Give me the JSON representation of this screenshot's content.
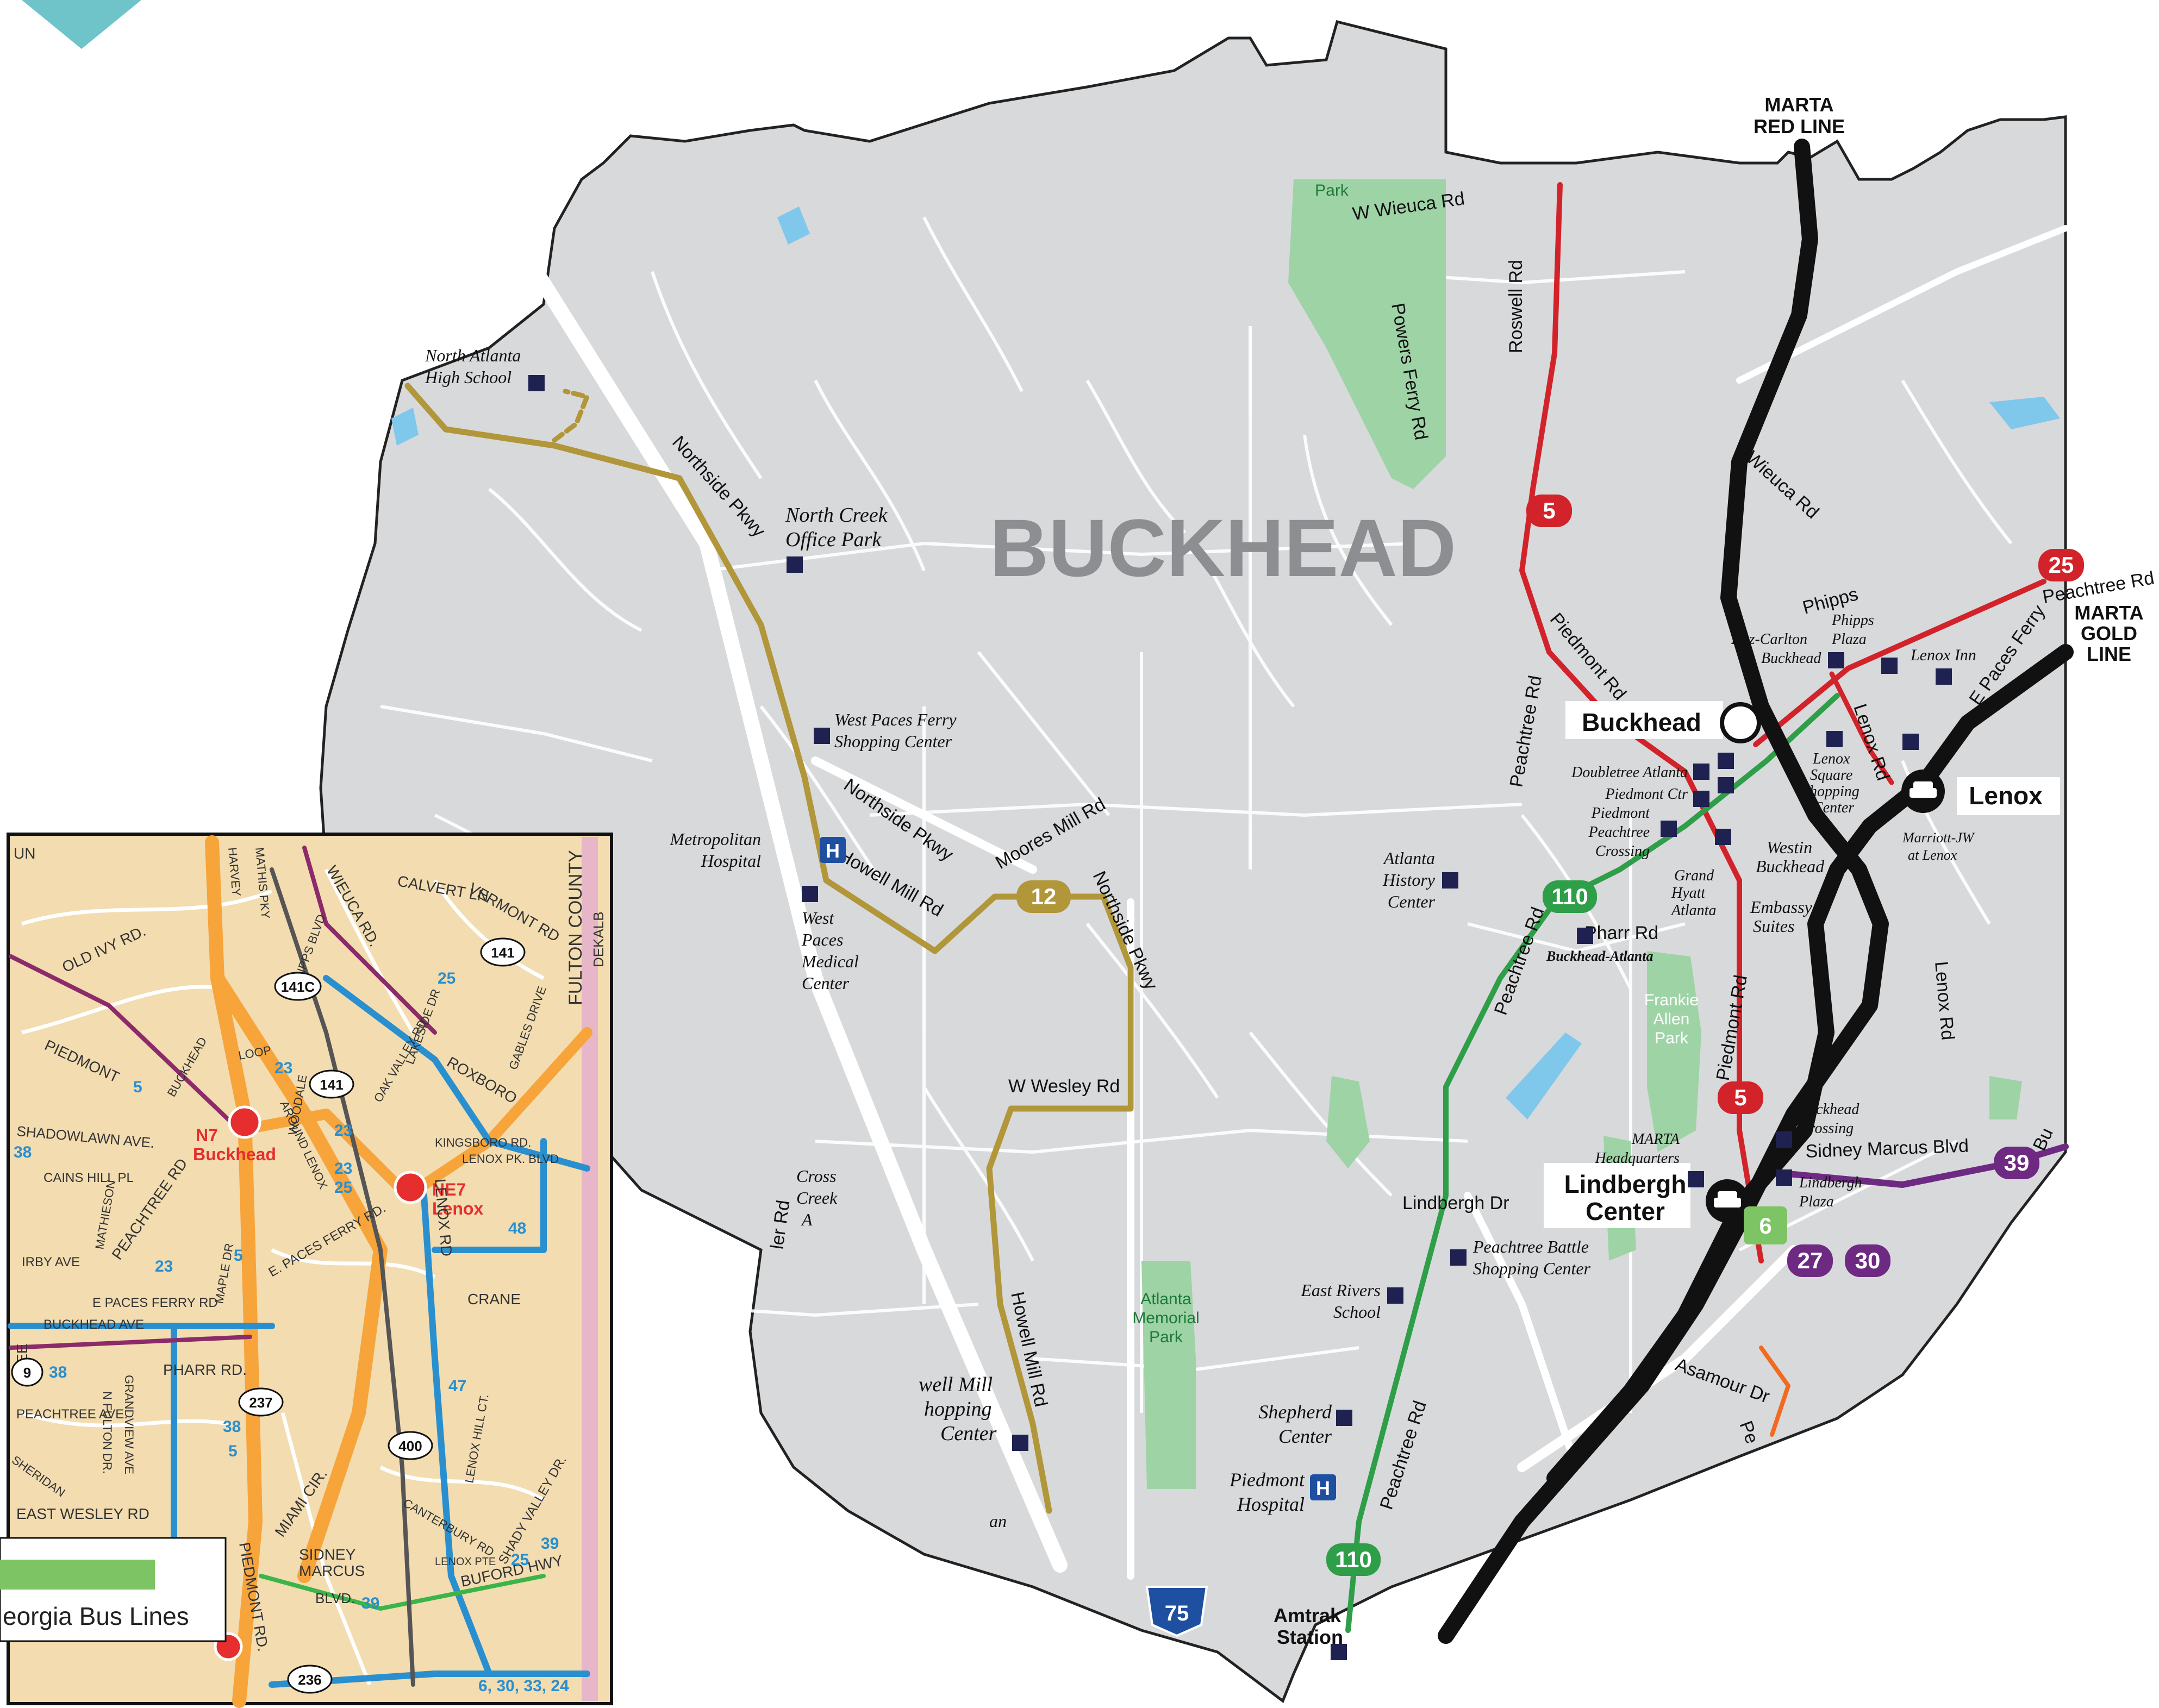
{
  "area_title": "BUCKHEAD",
  "colors": {
    "land": "#d8d9db",
    "road": "#ffffff",
    "park": "#9ed3a6",
    "water": "#7fc8ec",
    "red_line": "#d2232a",
    "green_line": "#2e9e48",
    "gold_line": "#b1963a",
    "purple_line": "#6e2a82",
    "rail": "#111111",
    "poi": "#1f2250",
    "inset_land": "#f2dcb0",
    "inset_orange": "#f7a43b",
    "inset_blue": "#2a8fcf",
    "inset_purple": "#8c2a6a"
  },
  "rail_labels": {
    "red": [
      "MARTA",
      "RED LINE"
    ],
    "gold": [
      "MARTA",
      "GOLD",
      "LINE"
    ]
  },
  "stations": [
    "Buckhead",
    "Lenox",
    "Lindbergh",
    "Center"
  ],
  "route_badges": [
    {
      "label": "5",
      "line": "red"
    },
    {
      "label": "25",
      "line": "red"
    },
    {
      "label": "5",
      "line": "red"
    },
    {
      "label": "110",
      "line": "green"
    },
    {
      "label": "110",
      "line": "green"
    },
    {
      "label": "12",
      "line": "gold"
    },
    {
      "label": "39",
      "line": "purple"
    },
    {
      "label": "27",
      "line": "purple"
    },
    {
      "label": "30",
      "line": "purple"
    },
    {
      "label": "6",
      "line": "green"
    }
  ],
  "roads": [
    "W Wieuca Rd",
    "Roswell Rd",
    "Powers Ferry Rd",
    "Northside Pkwy",
    "Northside Pkwy",
    "Northside Pkwy",
    "Moores Mill Rd",
    "Howell Mill Rd",
    "Howell Mill Rd",
    "W Wesley Rd",
    "Piedmont Rd",
    "Piedmont Rd",
    "Peachtree Rd",
    "Peachtree Rd",
    "Peachtree Rd",
    "Peachtree Rd",
    "Wieuca Rd",
    "Phipps",
    "Lenox Rd",
    "Lenox Rd",
    "E Paces Ferry",
    "Pharr Rd",
    "Lindbergh Dr",
    "Sidney Marcus Blvd",
    "Asamour Dr",
    "ler Rd",
    "Bu",
    "Pe"
  ],
  "places": [
    [
      "North Atlanta",
      "High School"
    ],
    [
      "North Creek",
      "Office Park"
    ],
    [
      "West Paces Ferry",
      "Shopping Center"
    ],
    [
      "Metropolitan",
      "Hospital"
    ],
    [
      "West",
      "Paces",
      "Medical",
      "Center"
    ],
    [
      "Atlanta",
      "History",
      "Center"
    ],
    [
      "Phipps",
      "Plaza"
    ],
    [
      "Ritz-Carlton",
      "Buckhead"
    ],
    [
      "Lenox Inn"
    ],
    [
      "Doubletree Atlanta"
    ],
    [
      "Piedmont Ctr"
    ],
    [
      "Piedmont",
      "Peachtree",
      "Crossing"
    ],
    [
      "Grand",
      "Hyatt",
      "Atlanta"
    ],
    [
      "Lenox",
      "Square",
      "Shopping",
      "Center"
    ],
    [
      "Westin",
      "Buckhead"
    ],
    [
      "Embassy",
      "Suites"
    ],
    [
      "Marriott-JW",
      "at Lenox"
    ],
    [
      "Buckhead-Atlanta"
    ],
    [
      "MARTA",
      "Headquarters"
    ],
    [
      "Buckhead",
      "Crossing"
    ],
    [
      "Lindbergh",
      "Plaza"
    ],
    [
      "Peachtree Battle",
      "Shopping Center"
    ],
    [
      "East Rivers",
      "School"
    ],
    [
      "Shepherd",
      "Center"
    ],
    [
      "Piedmont",
      "Hospital"
    ],
    [
      "Amtrak",
      "Station"
    ],
    [
      "Cross",
      "Creek",
      "A"
    ],
    [
      "well Mill",
      "hopping",
      "Center"
    ],
    [
      "an"
    ]
  ],
  "parks": [
    [
      "Park"
    ],
    [
      "Frankie",
      "Allen",
      "Park"
    ],
    [
      "Atlanta",
      "Memorial",
      "Park"
    ]
  ],
  "interstate": "75",
  "inset": {
    "roads": [
      "OLD IVY RD.",
      "PIEDMONT",
      "WIEUCA RD.",
      "CALVERT LN",
      "VERMONT RD",
      "HARVEY",
      "MATHIS PKY",
      "PHIPPS BLVD",
      "LOOP",
      "BUCKHEAD",
      "AROUND LENOX",
      "WOODALE",
      "OAK VALLEY RD",
      "LAKESIDE DR",
      "ROXBORO",
      "GABLES DRIVE",
      "KINGSBORO RD.",
      "LENOX PK. BLVD",
      "SHADOWLAWN AVE.",
      "CAINS HILL PL",
      "MATHIESON",
      "PEACHTREE RD",
      "IRBY AVE",
      "MAPLE DR",
      "E. PACES FERRY RD.",
      "E PACES FERRY RD",
      "BUCKHEAD AVE",
      "LENOX RD",
      "CRANE",
      "PHARR RD.",
      "GRANDVIEW AVE",
      "N FULTON DR.",
      "SHERIDAN",
      "PEACHTREE AVE.",
      "EAST WESLEY RD",
      "MIAMI CIR.",
      "PIEDMONT RD.",
      "SIDNEY",
      "MARCUS",
      "BLVD.",
      "LENOX HILL CT.",
      "CANTERBURY RD",
      "LENOX PTE",
      "SHADY VALLEY DR.",
      "BUFORD HWY",
      "FULTON COUNTY",
      "DEKALB",
      "UN",
      "REE"
    ],
    "route_numbers": [
      "5",
      "23",
      "25",
      "5",
      "23",
      "23",
      "25",
      "38",
      "48",
      "23",
      "5",
      "38",
      "47",
      "38",
      "5",
      "39",
      "39",
      "25",
      "6, 30, 33, 24"
    ],
    "shields": [
      "141",
      "141C",
      "141",
      "237",
      "400",
      "236",
      "9"
    ],
    "stations": [
      {
        "code": "N7",
        "name": "Buckhead"
      },
      {
        "code": "NE7",
        "name": "Lenox"
      }
    ]
  },
  "legend": {
    "text": "eorgia Bus Lines",
    "swatch_color": "#7dc464"
  }
}
